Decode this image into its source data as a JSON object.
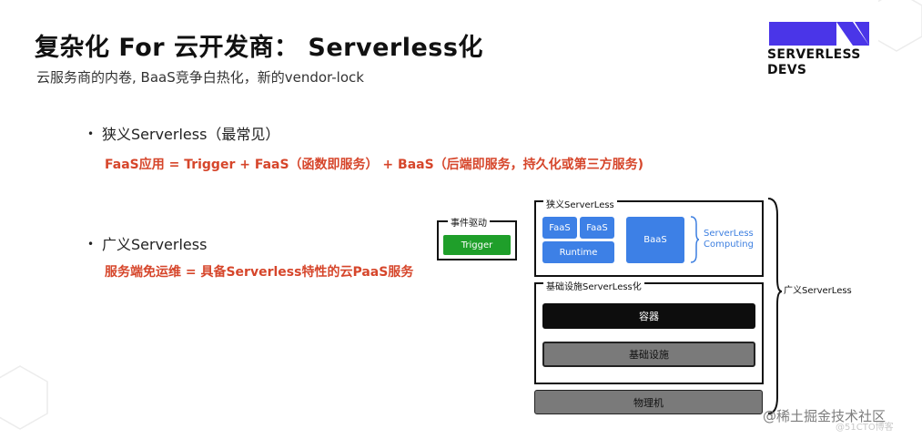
{
  "slide": {
    "title": "复杂化 For 云开发商： Serverless化",
    "subtitle": "云服务商的内卷, BaaS竞争白热化，新的vendor-lock"
  },
  "logo": {
    "line1": "SERVERLESS",
    "line2": "DEVS",
    "accent_color": "#4a35e8"
  },
  "bullets": [
    {
      "label": "狭义Serverless（最常见）",
      "detail": "FaaS应用 = Trigger + FaaS（函数即服务） + BaaS（后端即服务，持久化或第三方服务)"
    },
    {
      "label": "广义Serverless",
      "detail": "服务端免运维 = 具备Serverless特性的云PaaS服务"
    }
  ],
  "bullet_symbol": "•",
  "diagram": {
    "event_label": "事件驱动",
    "trigger": "Trigger",
    "narrow_label": "狭义ServerLess",
    "faas_1": "FaaS",
    "faas_2": "FaaS",
    "runtime": "Runtime",
    "baas": "BaaS",
    "computing_line1": "ServerLess",
    "computing_line2": "Computing",
    "infra_label": "基础设施ServerLess化",
    "container": "容器",
    "infrastructure": "基础设施",
    "physical": "物理机",
    "broad_label": "广义ServerLess",
    "colors": {
      "blue": "#3d80e6",
      "green": "#1f9f2a",
      "dark": "#0d0d0d",
      "gray": "#7a7a7a"
    }
  },
  "watermark": {
    "main": "@稀土掘金技术社区",
    "sub": "@51CTO博客"
  }
}
